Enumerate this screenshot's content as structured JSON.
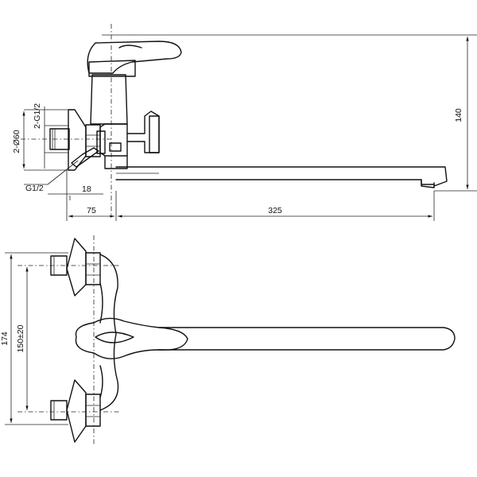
{
  "side_view": {
    "label_thread_pair": "2-G1/2",
    "label_diameter": "2-Ø60",
    "label_thread_single": "G1/2",
    "dim_18": "18",
    "dim_75": "75",
    "dim_325": "325",
    "dim_140": "140"
  },
  "top_view": {
    "dim_174": "174",
    "dim_150": "150±20"
  },
  "colors": {
    "line": "#111111",
    "background": "#ffffff"
  }
}
